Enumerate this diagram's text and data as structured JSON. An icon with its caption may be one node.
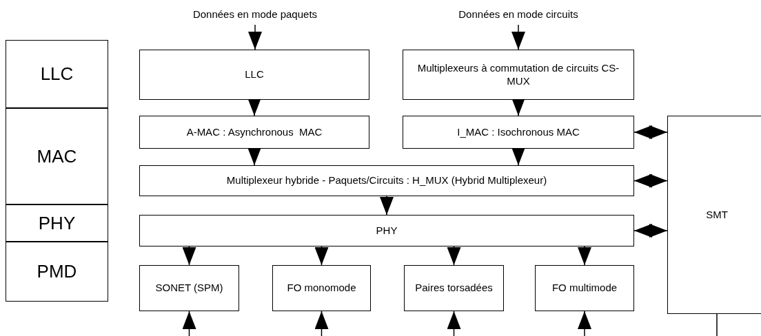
{
  "diagram": {
    "nodes": [
      {
        "text": [
          "Données en mode paquets"
        ]
      },
      {
        "text": [
          "Données en mode circuits"
        ]
      },
      {
        "text": [
          "LLC"
        ]
      },
      {
        "text": [
          "LLC"
        ]
      },
      {
        "text": [
          "Multiplexeurs à commutation de circuits CS-MUX"
        ]
      },
      {
        "text": [
          "MAC"
        ]
      },
      {
        "text": [
          "A-MAC : Asynchronous  MAC"
        ]
      },
      {
        "text": [
          "I_MAC : Isochronous MAC"
        ]
      },
      {
        "text": [
          "Multiplexeur hybride - Paquets/Circuits : H_MUX (Hybrid Multiplexeur)"
        ]
      },
      {
        "text": [
          "PHY"
        ]
      },
      {
        "text": [
          "PHY"
        ]
      },
      {
        "text": [
          "SMT"
        ]
      },
      {
        "text": [
          "PMD"
        ]
      },
      {
        "text": [
          "SONET (SPM)"
        ]
      },
      {
        "text": [
          "FO monomode"
        ]
      },
      {
        "text": [
          "Paires torsadées"
        ]
      },
      {
        "text": [
          "FO multimode"
        ]
      }
    ],
    "edges": [
      {
        "from": 0,
        "to": 3,
        "arrow": "to"
      },
      {
        "from": 1,
        "to": 4,
        "arrow": "to"
      },
      {
        "from": 3,
        "to": 6,
        "arrow": "to"
      },
      {
        "from": 4,
        "to": 7,
        "arrow": "to"
      },
      {
        "from": 6,
        "to": 8,
        "arrow": "to"
      },
      {
        "from": 7,
        "to": 8,
        "arrow": "to"
      },
      {
        "from": 8,
        "to": 10,
        "arrow": "to"
      },
      {
        "from": 10,
        "to": 13,
        "arrow": "to"
      },
      {
        "from": 10,
        "to": 14,
        "arrow": "to"
      },
      {
        "from": 10,
        "to": 15,
        "arrow": "to"
      },
      {
        "from": 10,
        "to": 16,
        "arrow": "to"
      },
      {
        "from": null,
        "to": 13,
        "arrow": "to"
      },
      {
        "from": null,
        "to": 14,
        "arrow": "to"
      },
      {
        "from": null,
        "to": 15,
        "arrow": "to"
      },
      {
        "from": null,
        "to": 16,
        "arrow": "to"
      },
      {
        "from": 7,
        "to": 11,
        "arrow": "both"
      },
      {
        "from": 8,
        "to": 11,
        "arrow": "both"
      },
      {
        "from": 10,
        "to": 11,
        "arrow": "both"
      },
      {
        "from": 11,
        "to": null,
        "arrow": "none"
      }
    ]
  }
}
